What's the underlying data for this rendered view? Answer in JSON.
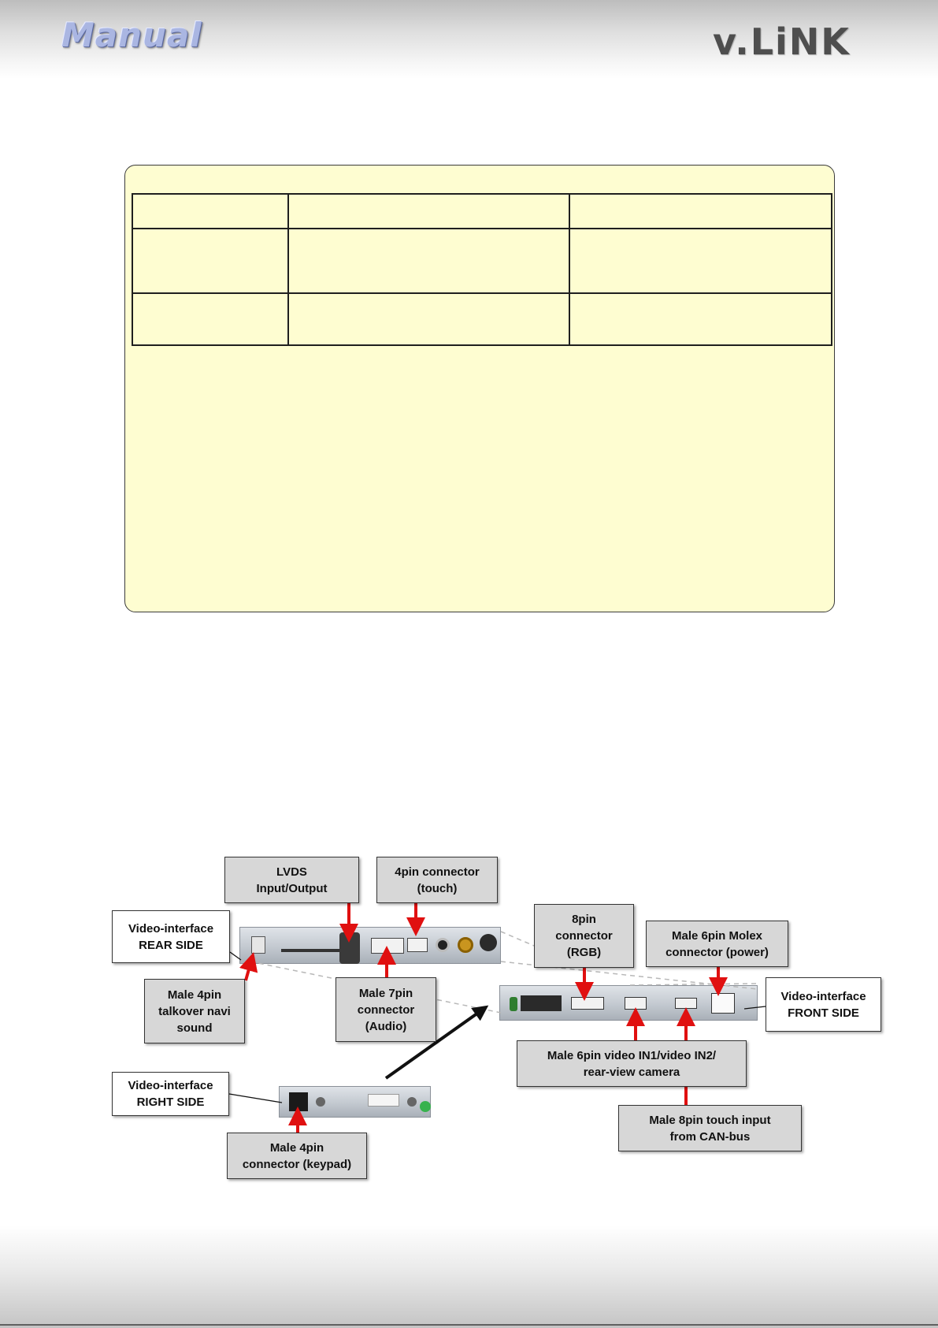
{
  "header": {
    "title": "Manual",
    "brand": "v.LiNK"
  },
  "colors": {
    "panel_bg": "#fefdd1",
    "arrow_red": "#e01010",
    "callout_grey": "#d7d7d7",
    "device_grey": "#c3c9d0"
  },
  "diagram": {
    "labels": {
      "lvds": "LVDS\nInput/Output",
      "touch4": "4pin connector\n(touch)",
      "rear_side": "Video-interface\nREAR SIDE",
      "rgb8": "8pin\nconnector\n(RGB)",
      "molex6": "Male 6pin Molex\nconnector (power)",
      "talkover": "Male 4pin\ntalkover navi\nsound",
      "audio7": "Male 7pin\nconnector\n(Audio)",
      "front_side": "Video-interface\nFRONT SIDE",
      "video6": "Male 6pin video IN1/video IN2/\nrear-view camera",
      "right_side": "Video-interface\nRIGHT SIDE",
      "touch8": "Male 8pin touch input\nfrom CAN-bus",
      "keypad4": "Male 4pin\nconnector (keypad)"
    }
  }
}
